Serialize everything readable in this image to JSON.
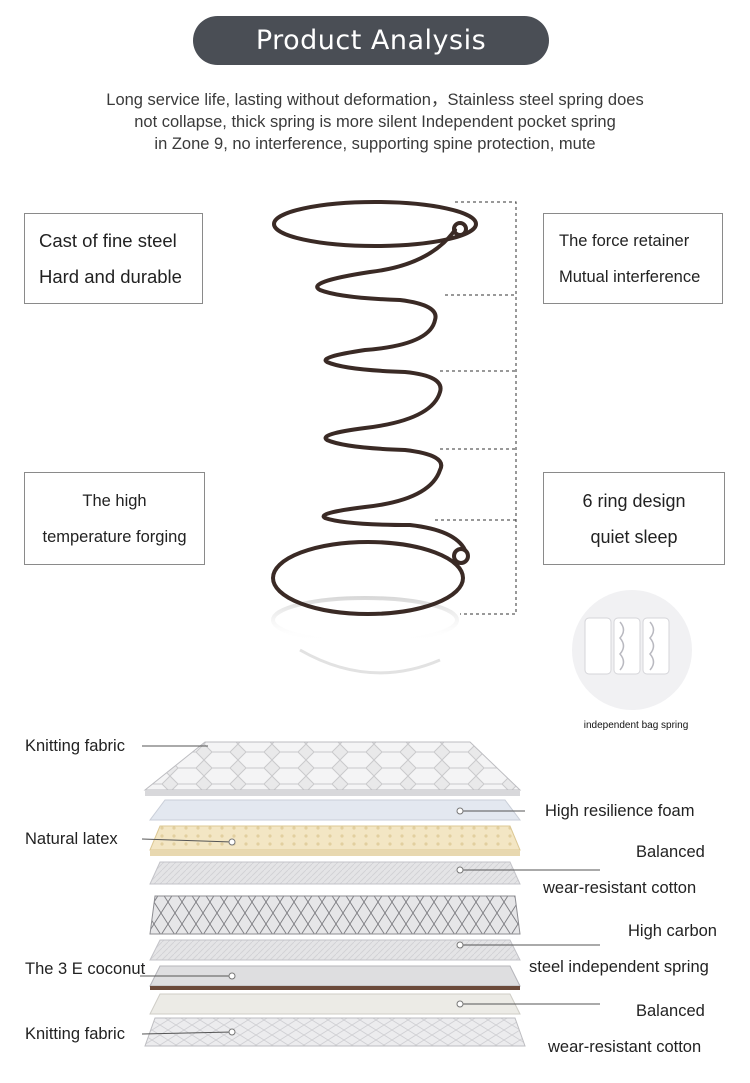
{
  "header": {
    "title": "Product Analysis"
  },
  "intro": {
    "lines": [
      "Long service life, lasting without deformation，Stainless steel spring does",
      "not collapse, thick spring is more silent Independent pocket spring",
      "in Zone 9, no interference, supporting spine protection, mute"
    ]
  },
  "features": {
    "top_left": [
      "Cast of fine steel",
      "Hard and durable"
    ],
    "top_right": [
      "The force retainer",
      "Mutual interference"
    ],
    "bottom_left": [
      "The high",
      "temperature forging"
    ],
    "bottom_right": [
      "6 ring design",
      "quiet sleep"
    ]
  },
  "bag_spring": {
    "caption": "independent bag spring"
  },
  "layers": {
    "left": [
      "Knitting fabric",
      "Natural latex",
      "The 3 E coconut",
      "Knitting fabric"
    ],
    "right": [
      "High resilience foam",
      "Balanced",
      "wear-resistant cotton",
      "High carbon",
      "steel independent spring",
      "Balanced",
      "wear-resistant cotton"
    ]
  },
  "colors": {
    "pill": "#4a4e55",
    "spring": "#3a2a25",
    "latex": "#f3e6c4"
  }
}
